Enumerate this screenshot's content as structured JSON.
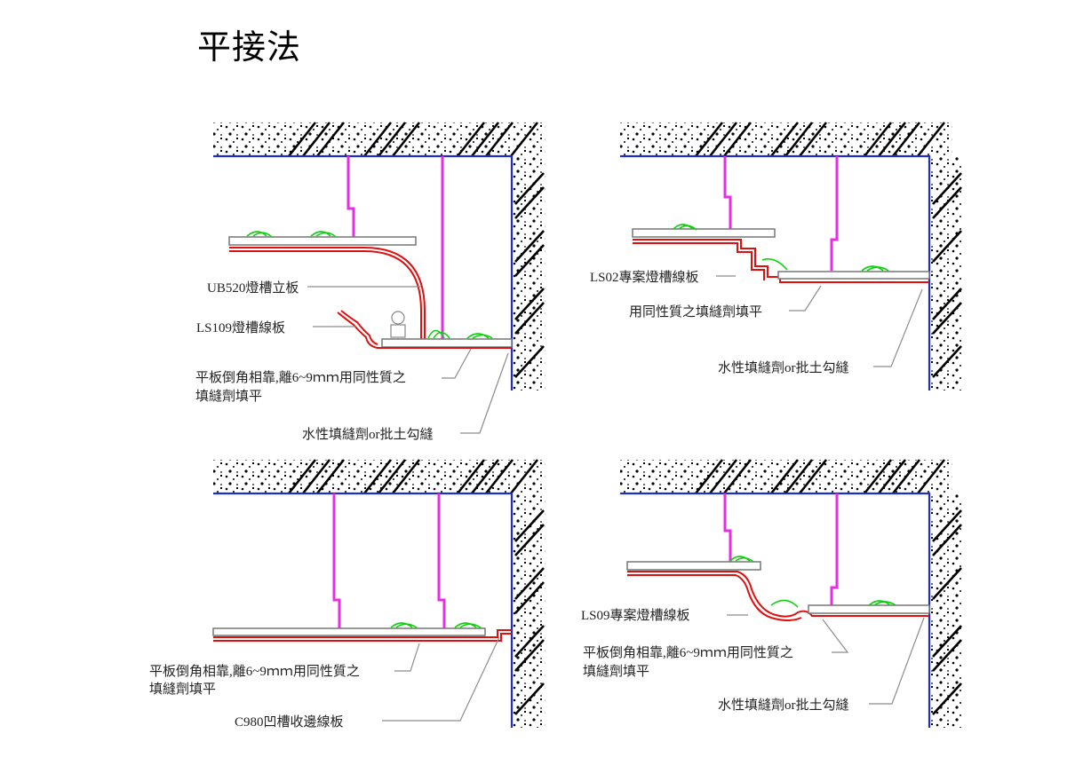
{
  "title": "平接法",
  "panels": {
    "top_left": {
      "labels": [
        "UB520燈槽立板",
        "LS109燈槽線板",
        "平板倒角相靠,離6~9ｍｍ用同性質之",
        "填縫劑填平",
        "水性填縫劑or批土勾縫"
      ]
    },
    "top_right": {
      "labels": [
        "LS02專案燈槽線板",
        "用同性質之填縫劑填平",
        "水性填縫劑or批土勾縫"
      ]
    },
    "bottom_left": {
      "labels": [
        "平板倒角相靠,離6~9ｍｍ用同性質之",
        "填縫劑填平",
        "C980凹槽收邊線板"
      ]
    },
    "bottom_right": {
      "labels": [
        "LS09專案燈槽線板",
        "平板倒角相靠,離6~9ｍｍ用同性質之",
        "填縫劑填平",
        "水性填縫劑or批土勾縫"
      ]
    }
  },
  "colors": {
    "structure_line": "#1f2fc4",
    "hanger_rod": "#e62ee6",
    "molding": "#e01010",
    "adhesive": "#10d010",
    "leader": "#8c8c8c"
  }
}
